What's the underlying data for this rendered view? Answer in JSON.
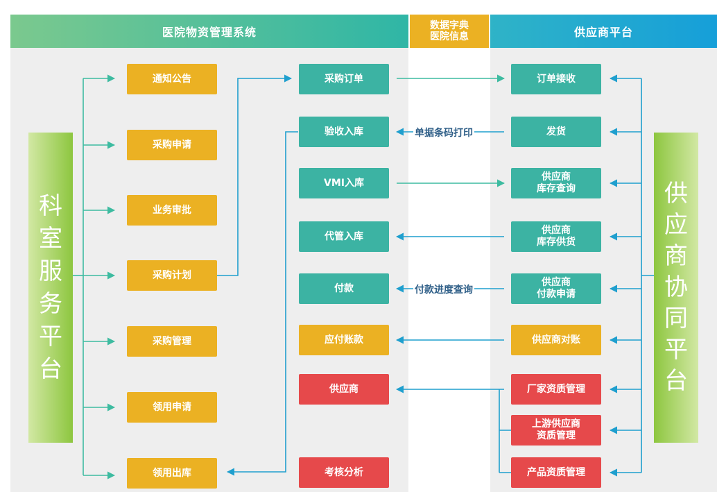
{
  "header": {
    "left_title": "医院物资管理系统",
    "center_title": "数据字典\n医院信息",
    "right_title": "供应商平台"
  },
  "left_platform": {
    "label": "科\n室\n服\n务\n平\n台"
  },
  "right_platform": {
    "label": "供\n应\n商\n协\n同\n平\n台"
  },
  "col1": {
    "notice": "通知公告",
    "purchase_request": "采购申请",
    "business_approval": "业务审批",
    "purchase_plan": "采购计划",
    "purchase_management": "采购管理",
    "requisition_request": "领用申请",
    "requisition_outbound": "领用出库"
  },
  "col2": {
    "purchase_order": "采购订单",
    "acceptance_inbound": "验收入库",
    "vmi_inbound": "VMI入库",
    "consignment_inbound": "代管入库",
    "payment": "付款",
    "accounts_payable": "应付账款",
    "supplier": "供应商",
    "assessment": "考核分析"
  },
  "col3": {
    "order_receipt": "订单接收",
    "shipping": "发货",
    "supplier_inventory_query": "供应商\n库存查询",
    "supplier_inventory_supply": "供应商\n库存供货",
    "supplier_payment_request": "供应商\n付款申请",
    "supplier_reconciliation": "供应商对账",
    "manufacturer_qualification": "厂家资质管理",
    "upstream_qualification": "上游供应商\n资质管理",
    "product_qualification": "产品资质管理"
  },
  "middle_labels": {
    "barcode_print": "单据条码打印",
    "payment_progress": "付款进度查询"
  },
  "colors": {
    "orange": "#ebb123",
    "teal": "#3cb3a3",
    "red": "#e6494b",
    "green": "#8dc63f",
    "blue_arrow": "#1f9fce"
  }
}
